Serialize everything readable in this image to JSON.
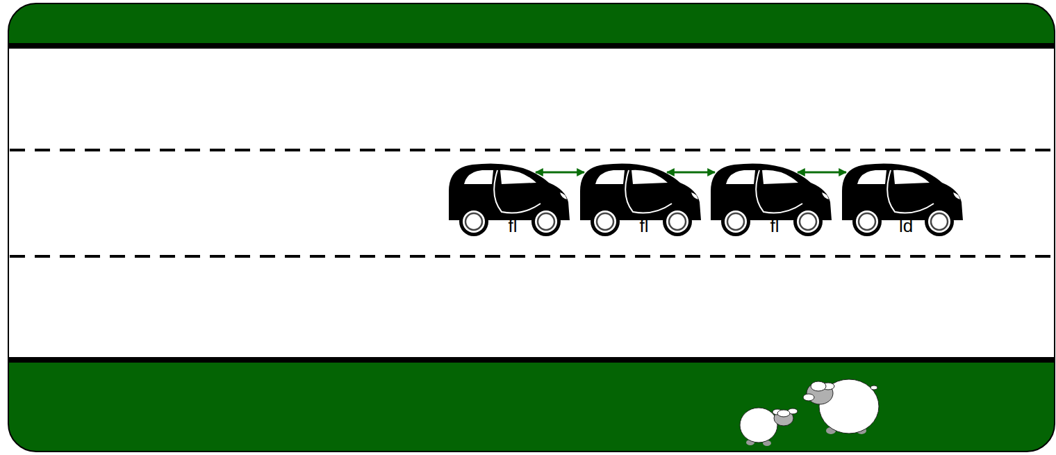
{
  "diagram": {
    "nodes": [
      {
        "text": [
          "fl"
        ]
      },
      {
        "text": [
          "fl"
        ]
      },
      {
        "text": [
          "fl"
        ]
      },
      {
        "text": [
          "ld"
        ]
      }
    ],
    "edges": [
      {
        "from": 0,
        "to": 1,
        "arrow": "both"
      },
      {
        "from": 1,
        "to": 2,
        "arrow": "both"
      },
      {
        "from": 2,
        "to": 3,
        "arrow": "both"
      }
    ]
  }
}
